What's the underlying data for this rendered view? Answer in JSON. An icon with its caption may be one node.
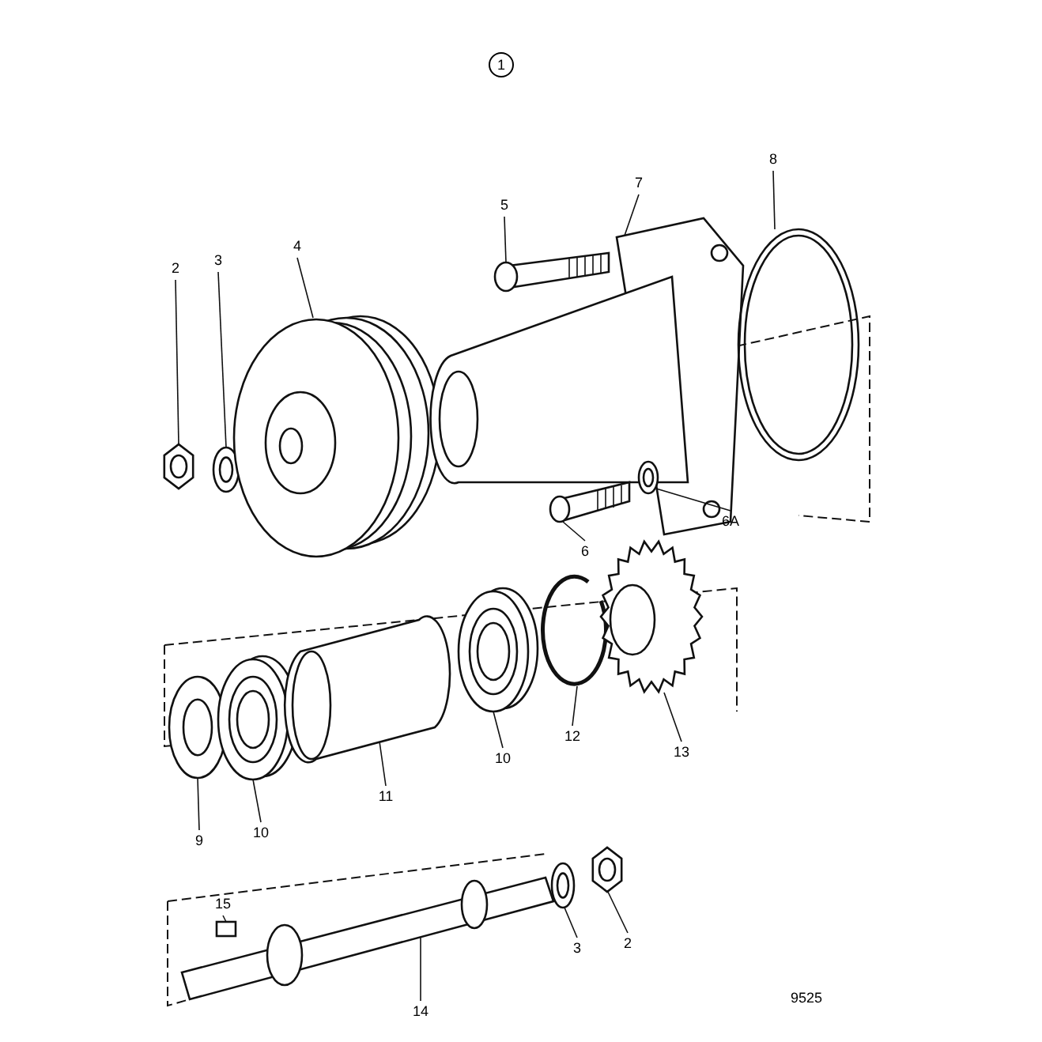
{
  "diagram": {
    "nodes": [
      {
        "text": [
          "1"
        ]
      },
      {
        "text": [
          "2"
        ]
      },
      {
        "text": [
          "3"
        ]
      },
      {
        "text": [
          "4"
        ]
      },
      {
        "text": [
          "5"
        ]
      },
      {
        "text": [
          "7"
        ]
      },
      {
        "text": [
          "8"
        ]
      },
      {
        "text": [
          "6"
        ]
      },
      {
        "text": [
          "6A"
        ]
      },
      {
        "text": [
          "9"
        ]
      },
      {
        "text": [
          "10"
        ]
      },
      {
        "text": [
          "11"
        ]
      },
      {
        "text": [
          "10"
        ]
      },
      {
        "text": [
          "12"
        ]
      },
      {
        "text": [
          "13"
        ]
      },
      {
        "text": [
          "15"
        ]
      },
      {
        "text": [
          "14"
        ]
      },
      {
        "text": [
          "3"
        ]
      },
      {
        "text": [
          "2"
        ]
      },
      {
        "text": [],
        "shape": "picture"
      },
      {
        "text": [],
        "shape": "picture"
      },
      {
        "text": [],
        "shape": "picture"
      },
      {
        "text": [],
        "shape": "picture"
      },
      {
        "text": [],
        "shape": "picture"
      },
      {
        "text": [],
        "shape": "picture"
      },
      {
        "text": [],
        "shape": "picture"
      },
      {
        "text": [],
        "shape": "picture"
      },
      {
        "text": [],
        "shape": "picture"
      },
      {
        "text": [],
        "shape": "picture"
      },
      {
        "text": [],
        "shape": "picture"
      },
      {
        "text": [],
        "shape": "picture"
      },
      {
        "text": [],
        "shape": "picture"
      },
      {
        "text": [],
        "shape": "picture"
      },
      {
        "text": [],
        "shape": "box"
      },
      {
        "text": [],
        "shape": "picture"
      },
      {
        "text": [],
        "shape": "picture"
      },
      {
        "text": [],
        "shape": "picture"
      }
    ],
    "edges": [
      {
        "from": 1,
        "to": 19,
        "arrow": "none"
      },
      {
        "from": 2,
        "to": 20,
        "arrow": "none"
      },
      {
        "from": 3,
        "to": 21,
        "arrow": "none"
      },
      {
        "from": 4,
        "to": 22,
        "arrow": "none"
      },
      {
        "from": 5,
        "to": 23,
        "arrow": "none"
      },
      {
        "from": 6,
        "to": 24,
        "arrow": "none"
      },
      {
        "from": 7,
        "to": 25,
        "arrow": "none"
      },
      {
        "from": 8,
        "to": 26,
        "arrow": "none"
      },
      {
        "from": 9,
        "to": 27,
        "arrow": "none"
      },
      {
        "from": 10,
        "to": 28,
        "arrow": "none"
      },
      {
        "from": 11,
        "to": 29,
        "arrow": "none"
      },
      {
        "from": 12,
        "to": 30,
        "arrow": "none"
      },
      {
        "from": 13,
        "to": 31,
        "arrow": "none"
      },
      {
        "from": 14,
        "to": 32,
        "arrow": "none"
      },
      {
        "from": 15,
        "to": 33,
        "arrow": "none"
      },
      {
        "from": 16,
        "to": 34,
        "arrow": "none"
      },
      {
        "from": 17,
        "to": 35,
        "arrow": "none"
      },
      {
        "from": 18,
        "to": 36,
        "arrow": "none"
      }
    ],
    "labels": [
      "9525"
    ]
  }
}
